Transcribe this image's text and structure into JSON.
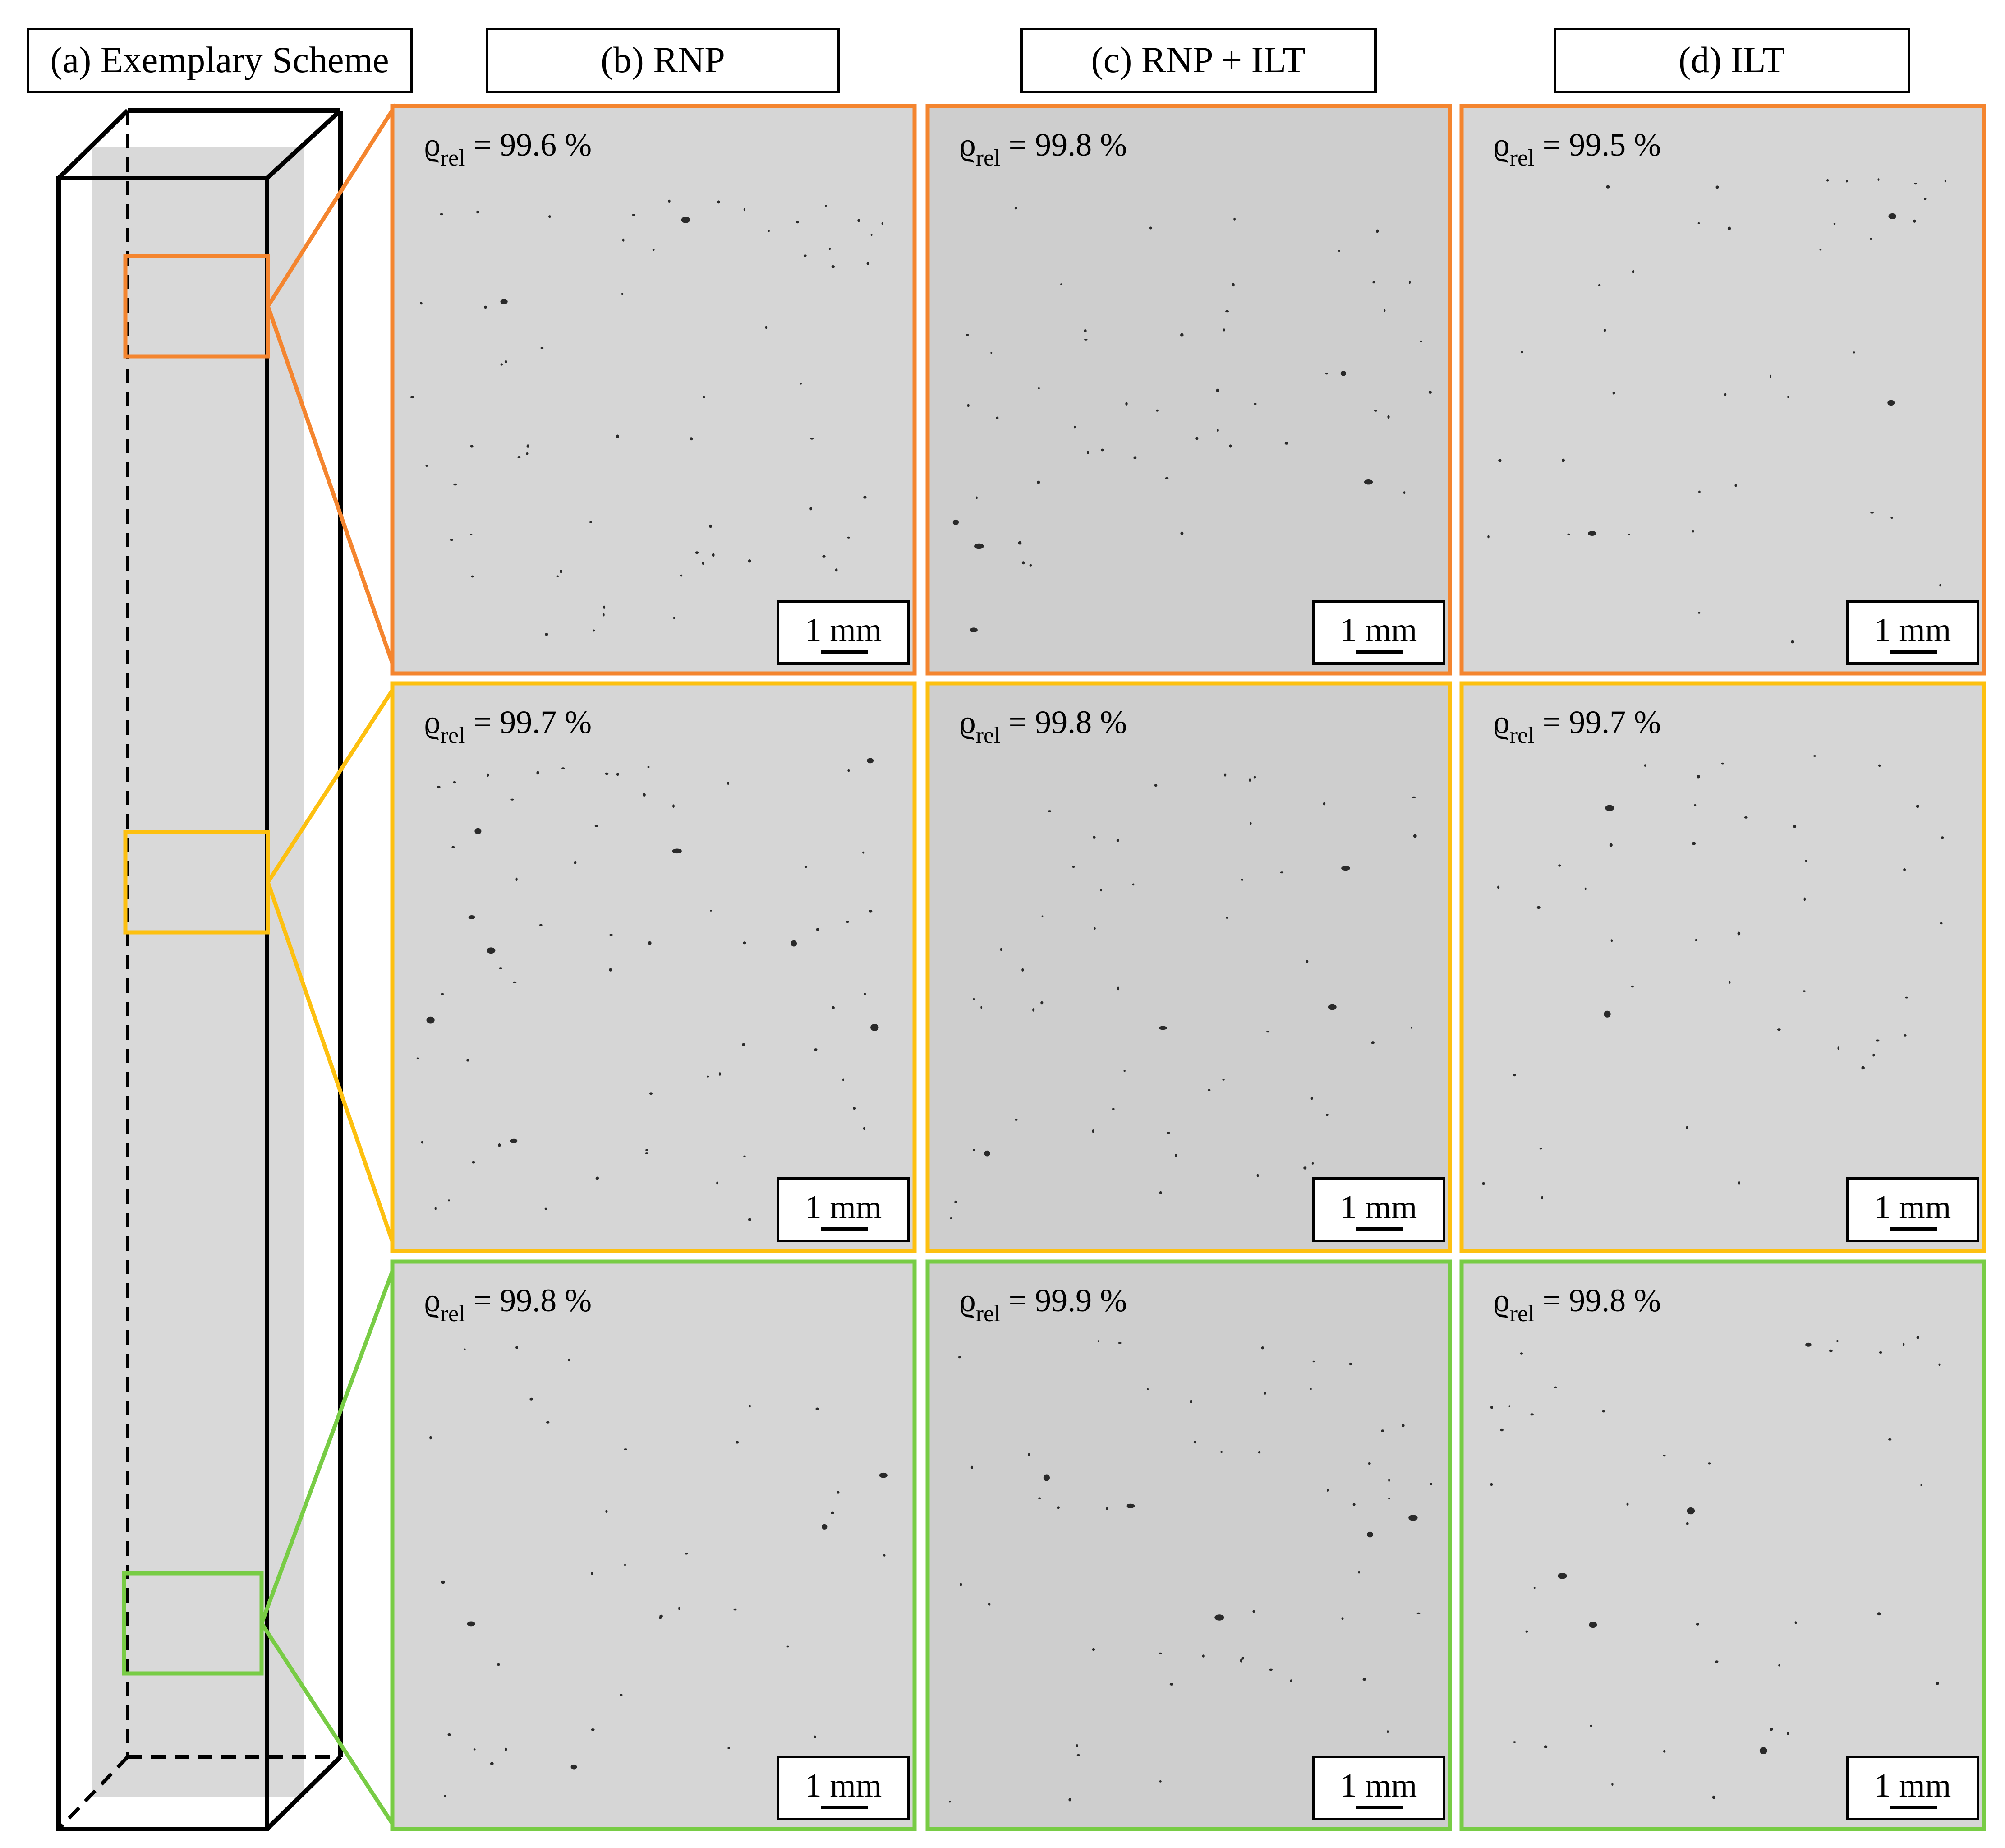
{
  "headers": {
    "scheme": "(a) Exemplary Scheme",
    "rnp": "(b) RNP",
    "rnp_ilt": "(c) RNP + ILT",
    "ilt": "(d) ILT"
  },
  "density_symbol": "ϱ",
  "density_subscript": "rel",
  "unit": "%",
  "scale_bar_label": "1 mm",
  "colors": {
    "top": "#F4852F",
    "middle": "#FDC010",
    "bottom": "#78CC45",
    "outline": "#000000",
    "scheme_fill": "#D9D9D9",
    "micrograph_light": "#D6D6D6",
    "micrograph_mid": "#CECECE"
  },
  "rows": [
    {
      "position": "top",
      "color_key": "top",
      "panels": [
        {
          "condition": "RNP",
          "density": "99.6"
        },
        {
          "condition": "RNP + ILT",
          "density": "99.8"
        },
        {
          "condition": "ILT",
          "density": "99.5"
        }
      ]
    },
    {
      "position": "middle",
      "color_key": "middle",
      "panels": [
        {
          "condition": "RNP",
          "density": "99.7"
        },
        {
          "condition": "RNP + ILT",
          "density": "99.8"
        },
        {
          "condition": "ILT",
          "density": "99.7"
        }
      ]
    },
    {
      "position": "bottom",
      "color_key": "bottom",
      "panels": [
        {
          "condition": "RNP",
          "density": "99.8"
        },
        {
          "condition": "RNP + ILT",
          "density": "99.9"
        },
        {
          "condition": "ILT",
          "density": "99.8"
        }
      ]
    }
  ]
}
